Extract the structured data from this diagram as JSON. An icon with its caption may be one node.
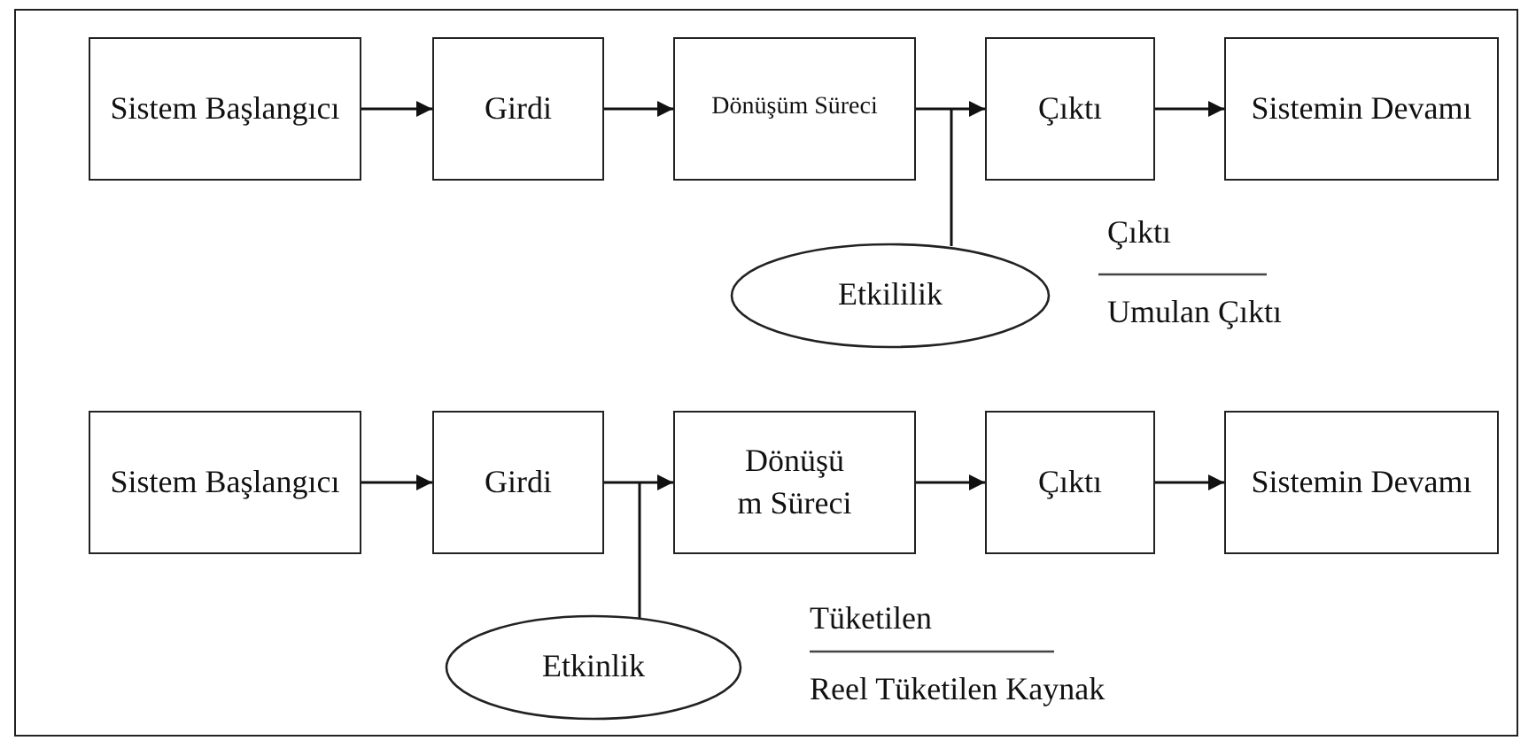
{
  "diagram": {
    "nodes": [
      {
        "text": [
          "Sistem Başlangıcı"
        ]
      },
      {
        "text": [
          "Girdi"
        ]
      },
      {
        "text": [
          "Dönüşüm Süreci"
        ]
      },
      {
        "text": [
          "Çıktı"
        ]
      },
      {
        "text": [
          "Sistemin Devamı"
        ]
      },
      {
        "text": [
          "Etkililik"
        ]
      },
      {
        "text": [
          "Sistem Başlangıcı"
        ]
      },
      {
        "text": [
          "Girdi"
        ]
      },
      {
        "text": [
          "Dönüşü m Süreci"
        ]
      },
      {
        "text": [
          "Çıktı"
        ]
      },
      {
        "text": [
          "Sistemin Devamı"
        ]
      },
      {
        "text": [
          "Etkinlik"
        ]
      }
    ],
    "edges": [
      {
        "from": 0,
        "to": 1,
        "arrow": "to"
      },
      {
        "from": 1,
        "to": 2,
        "arrow": "to"
      },
      {
        "from": 2,
        "to": 3,
        "arrow": "to"
      },
      {
        "from": 3,
        "to": 4,
        "arrow": "to"
      },
      {
        "from": 5,
        "to": null,
        "arrow": "none"
      },
      {
        "from": 6,
        "to": 7,
        "arrow": "to"
      },
      {
        "from": 7,
        "to": 8,
        "arrow": "to"
      },
      {
        "from": 8,
        "to": 9,
        "arrow": "to"
      },
      {
        "from": 9,
        "to": 10,
        "arrow": "to"
      },
      {
        "from": 11,
        "to": null,
        "arrow": "none"
      }
    ],
    "labels": [
      "Çıktı",
      "Umulan Çıktı",
      "Tüketilen",
      "Reel Tüketilen Kaynak"
    ]
  }
}
